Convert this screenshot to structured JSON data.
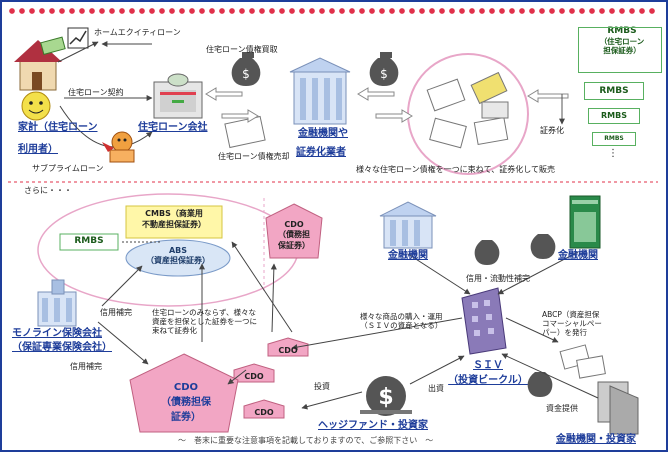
{
  "top": {
    "home_equity": "ホームエクイティローン",
    "loan_purchase": "住宅ローン債権買取",
    "contract": "住宅ローン契約",
    "household": [
      "家計（住宅ローン",
      "利用者）"
    ],
    "subprime": "サブプライムローン",
    "loan_company": "住宅ローン会社",
    "loan_sale": "住宅ローン債権売却",
    "fi": [
      "金融機関や",
      "証券化業者"
    ],
    "bundle_text": "様々な住宅ローン債権を一つに束ねて、証券化して販売",
    "securitize": "証券化",
    "rmbs_title": [
      "RMBS",
      "（住宅ローン",
      "担保証券）"
    ],
    "rmbs_boxes": [
      "RMBS",
      "RMBS",
      "RMBS"
    ],
    "vdots": "⋮"
  },
  "bottom": {
    "furthermore": "さらに・・・",
    "cmbs": [
      "CMBS（商業用",
      "不動産担保証券）"
    ],
    "rmbs": "RMBS",
    "abs": [
      "ABS",
      "（資産担保証券）"
    ],
    "cdo_small": [
      "CDO",
      "（債務担",
      "保証券）"
    ],
    "bank1": "金融機関",
    "bank2": "金融機関",
    "credit_liquidity": "信用・流動性補完",
    "monoline": [
      "モノライン保険会社",
      "（保証専業保険会社）"
    ],
    "credit_enhance1": "信用補完",
    "credit_enhance2": "信用補完",
    "multi_asset": [
      "住宅ローンのみならず、様々な",
      "資産を担保とした証券を一つに",
      "束ねて証券化"
    ],
    "siv_assets": [
      "様々な商品の購入・運用",
      "（ＳＩＶの資産となる）"
    ],
    "abcp": [
      "ABCP（資産担保",
      "コマーシャルペー",
      "パー）を発行"
    ],
    "siv": [
      "ＳＩＶ",
      "（投資ビークル）"
    ],
    "cdo_big": [
      "CDO",
      "（債務担保",
      "証券）"
    ],
    "cdo_label": "CDO",
    "invest": "投資",
    "contribute": "出資",
    "hedge": "ヘッジファンド・投資家",
    "funding": "資金提供",
    "fi_investors": "金融機関・投資家",
    "footer": "～　巻末に重要な注意事項を記載しておりますので、ご参照下さい　～"
  },
  "colors": {
    "frame": "#1e3d9a",
    "accent_red": "#e0304a",
    "title_blue": "#1e3d9a",
    "pink_ellipse": "#e8a6c8",
    "cdo_pink": "#f2a6c4",
    "abs_blue": "#d9e6f6",
    "cmbs_yellow": "#fff7a8",
    "rmbs_green": "#58b060"
  }
}
